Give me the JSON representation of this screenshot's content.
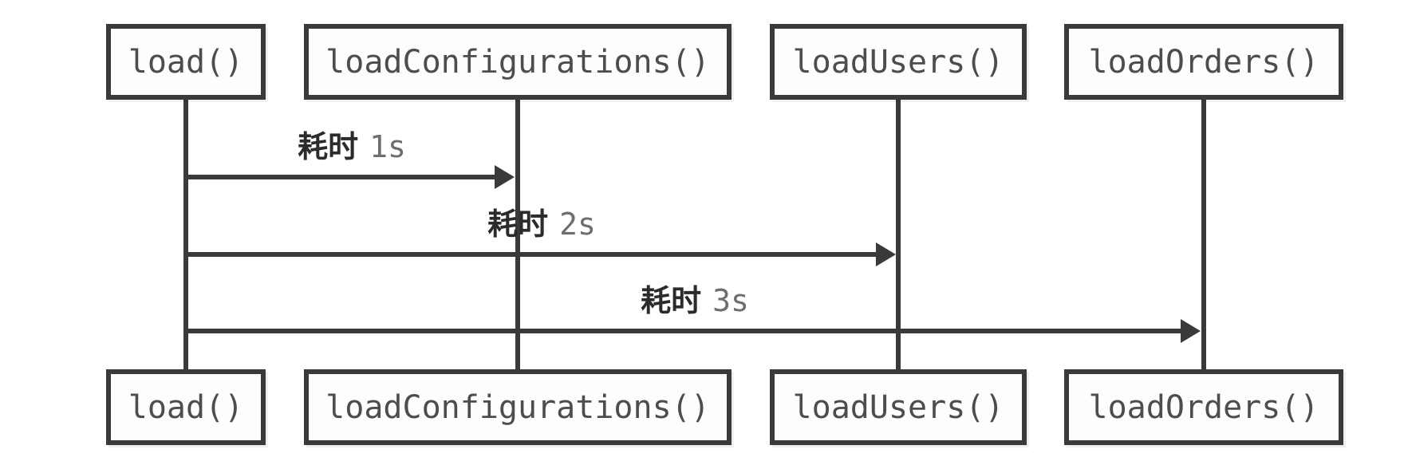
{
  "diagram": {
    "type": "sequence-diagram",
    "participants": [
      {
        "id": "load",
        "label": "load()"
      },
      {
        "id": "loadConfigurations",
        "label": "loadConfigurations()"
      },
      {
        "id": "loadUsers",
        "label": "loadUsers()"
      },
      {
        "id": "loadOrders",
        "label": "loadOrders()"
      }
    ],
    "messages": [
      {
        "from": "load",
        "to": "loadConfigurations",
        "label_zh": "耗时",
        "duration": "1s"
      },
      {
        "from": "load",
        "to": "loadUsers",
        "label_zh": "耗时",
        "duration": "2s"
      },
      {
        "from": "load",
        "to": "loadOrders",
        "label_zh": "耗时",
        "duration": "3s"
      }
    ],
    "colors": {
      "background": "#ffffff",
      "box_border": "#3a3a3a",
      "box_fill": "#fdfdfd",
      "box_text": "#4d4d4d",
      "line": "#3a3a3a",
      "label_zh_text": "#2b2b2b",
      "label_value_text": "#6e6e6e"
    }
  }
}
